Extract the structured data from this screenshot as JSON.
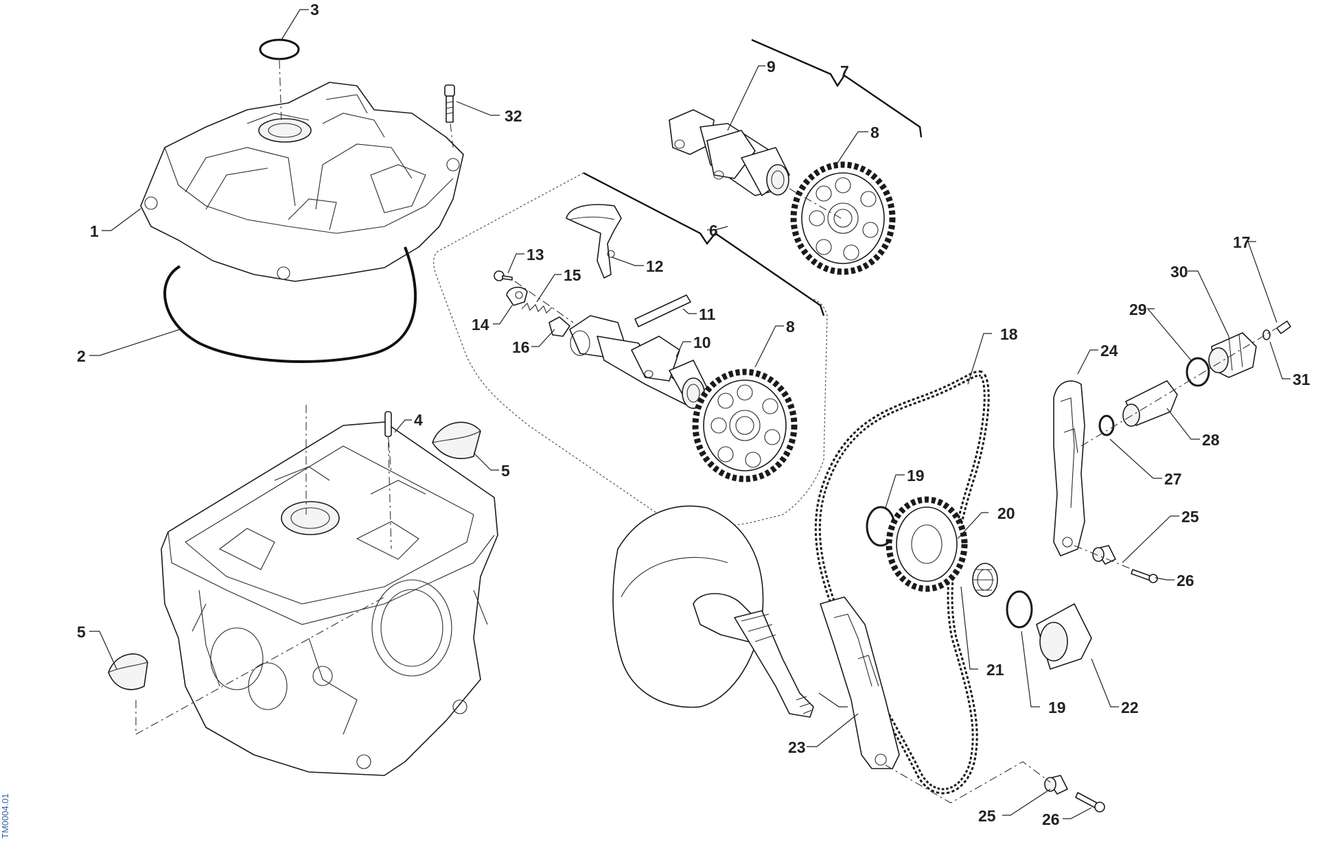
{
  "figure": {
    "reference_code": "TM0004.01"
  },
  "callouts": {
    "c1": "1",
    "c2": "2",
    "c3": "3",
    "c4": "4",
    "c5a": "5",
    "c5b": "5",
    "c6": "6",
    "c7": "7",
    "c8a": "8",
    "c8b": "8",
    "c9": "9",
    "c10": "10",
    "c11": "11",
    "c12": "12",
    "c13": "13",
    "c14": "14",
    "c15": "15",
    "c16": "16",
    "c17": "17",
    "c18": "18",
    "c19a": "19",
    "c19b": "19",
    "c20": "20",
    "c21": "21",
    "c22": "22",
    "c23": "23",
    "c24": "24",
    "c25a": "25",
    "c25b": "25",
    "c26a": "26",
    "c26b": "26",
    "c27": "27",
    "c28": "28",
    "c29": "29",
    "c30": "30",
    "c31": "31",
    "c32": "32"
  }
}
